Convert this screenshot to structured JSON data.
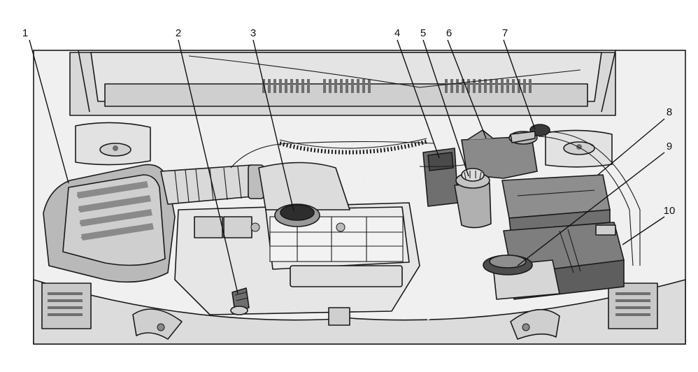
{
  "callouts": [
    {
      "number": "1"
    },
    {
      "number": "2"
    },
    {
      "number": "3"
    },
    {
      "number": "4"
    },
    {
      "number": "5"
    },
    {
      "number": "6"
    },
    {
      "number": "7"
    },
    {
      "number": "8"
    },
    {
      "number": "9"
    },
    {
      "number": "10"
    }
  ],
  "colors": {
    "background": "#ffffff",
    "bay": "#e8e8e8",
    "panel": "#dcdcdc",
    "dark": "#9a9a9a",
    "darker": "#6e6e6e",
    "line": "#1a1a1a"
  }
}
